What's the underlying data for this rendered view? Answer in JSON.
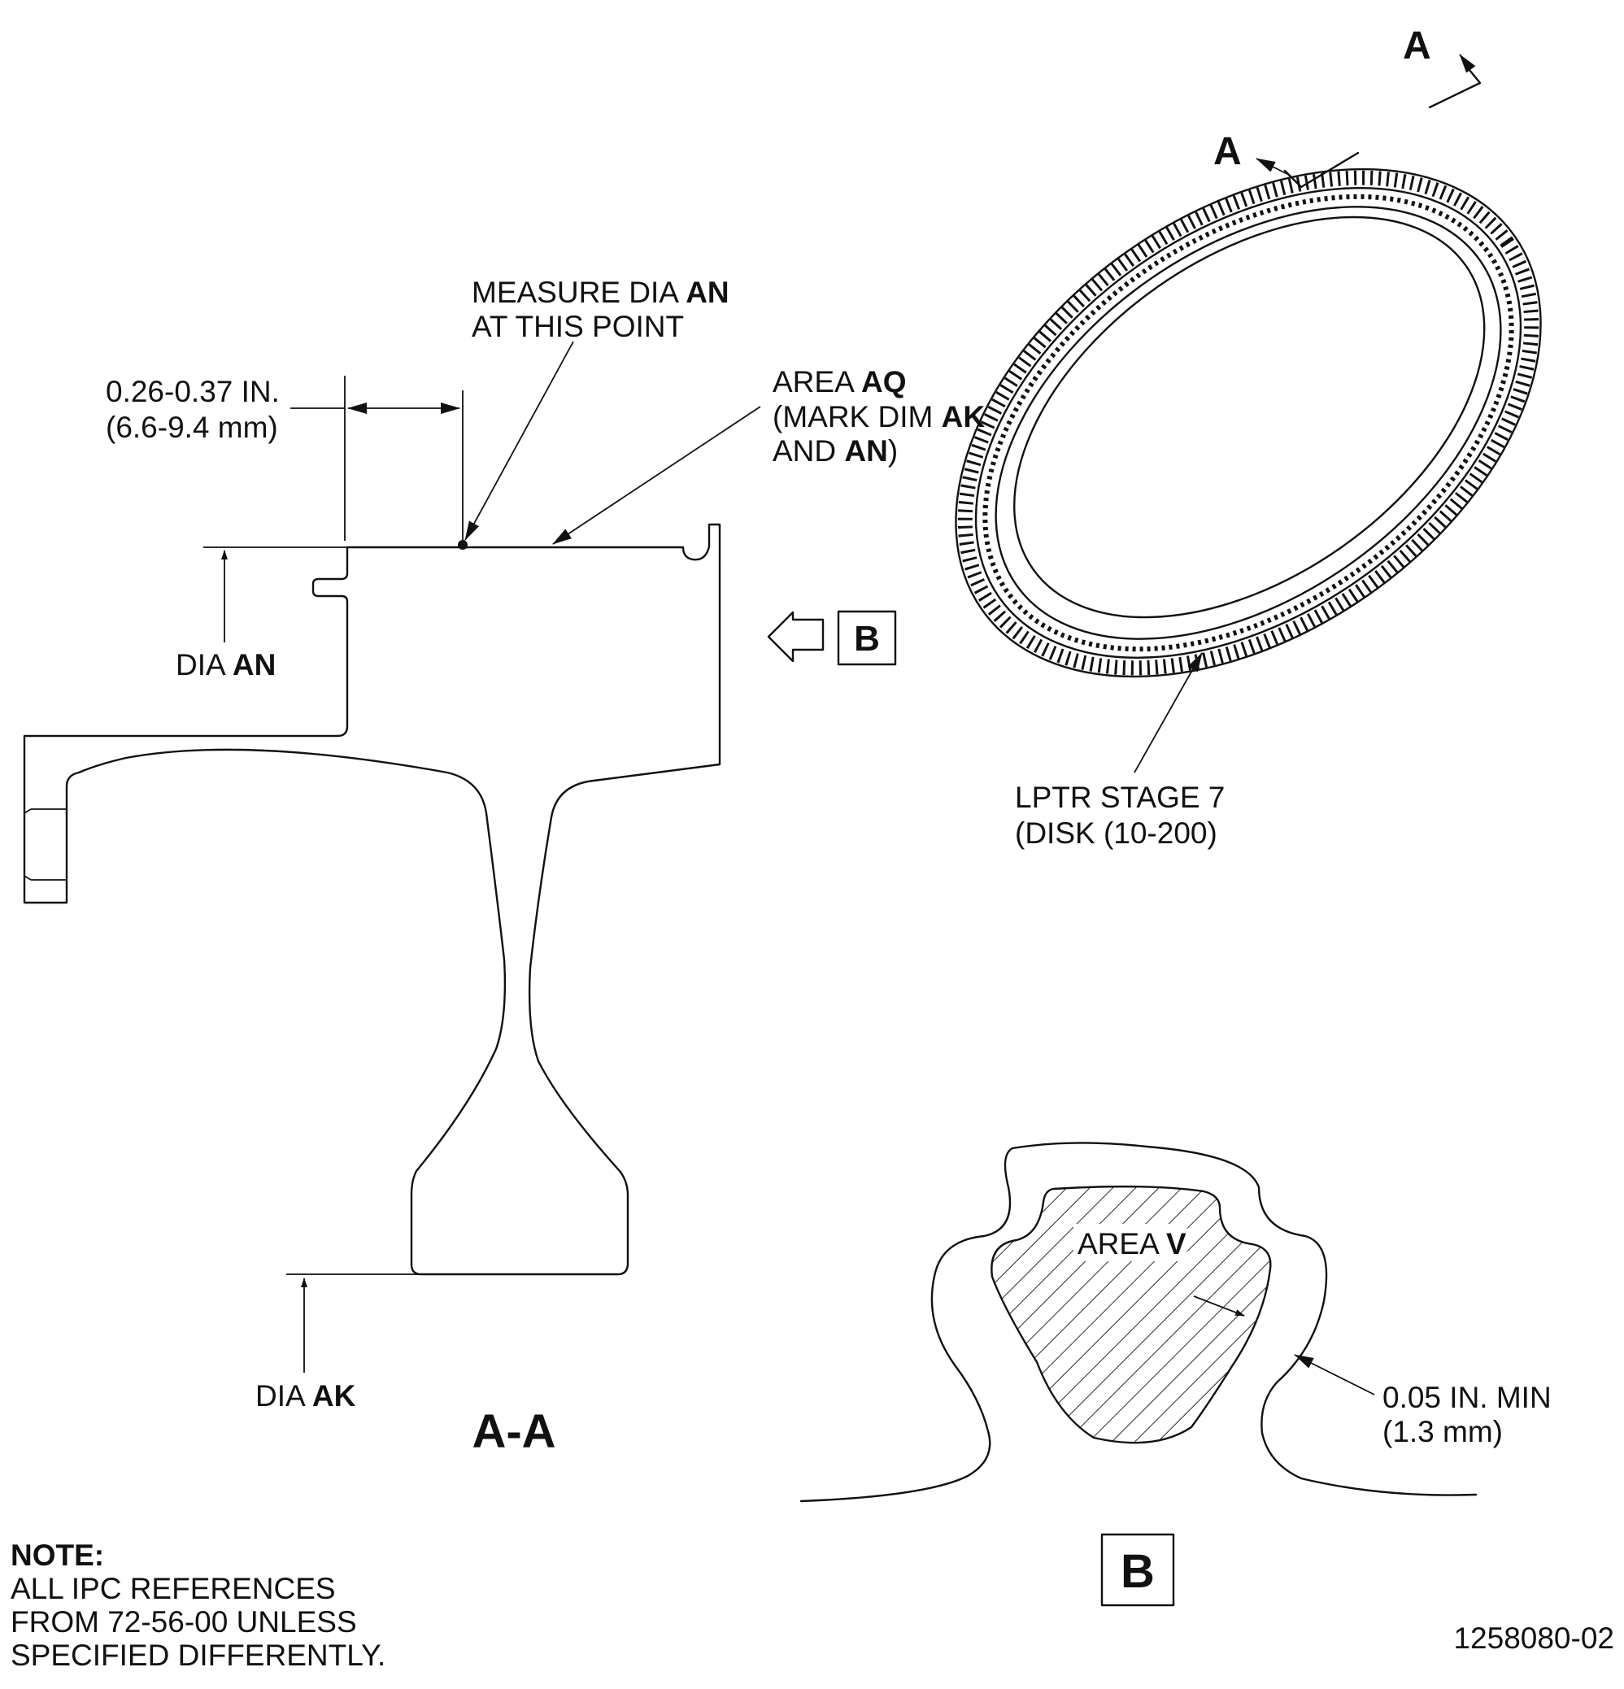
{
  "section_view": {
    "title": "A-A",
    "measure_point_callout": {
      "line1": "MEASURE DIA ",
      "line1_bold": "AN",
      "line2": "AT THIS POINT"
    },
    "offset_dimension": {
      "line1": "0.26-0.37 IN.",
      "line2": "(6.6-9.4 mm)"
    },
    "area_callout": {
      "line1": "AREA ",
      "line1_bold": "AQ",
      "line2": "(MARK DIM ",
      "line2_bold": "AK",
      "line3": "AND ",
      "line3_bold": "AN",
      "line3_end": ")"
    },
    "dia_top": {
      "text": "DIA ",
      "bold": "AN"
    },
    "dia_bottom": {
      "text": "DIA ",
      "bold": "AK"
    },
    "view_arrow_label": "B"
  },
  "disk_view": {
    "section_marker_label": "A",
    "part_label": {
      "line1": "LPTR STAGE 7",
      "line2": "(DISK (10-200)"
    }
  },
  "detail_view": {
    "title": "B",
    "area_label": {
      "text": "AREA ",
      "bold": "V"
    },
    "clearance_callout": {
      "line1": "0.05 IN. MIN",
      "line2": "(1.3 mm)"
    }
  },
  "note": {
    "heading": "NOTE:",
    "lines": [
      "ALL IPC REFERENCES",
      "FROM 72-56-00 UNLESS",
      "SPECIFIED DIFFERENTLY."
    ]
  },
  "figure_number": "1258080-02"
}
